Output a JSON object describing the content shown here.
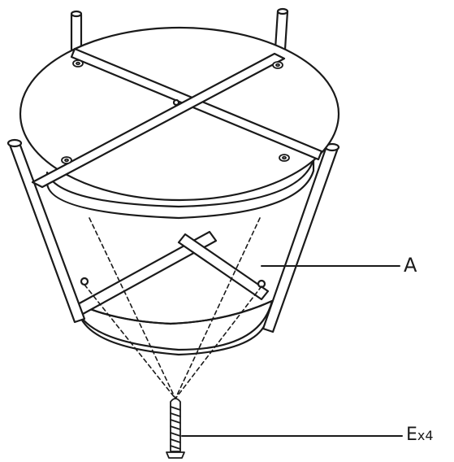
{
  "labels": {
    "part_a": "A",
    "part_e_letter": "E",
    "part_e_qty": "x4"
  },
  "colors": {
    "ink": "#1a1a1a",
    "fill": "#ffffff"
  }
}
